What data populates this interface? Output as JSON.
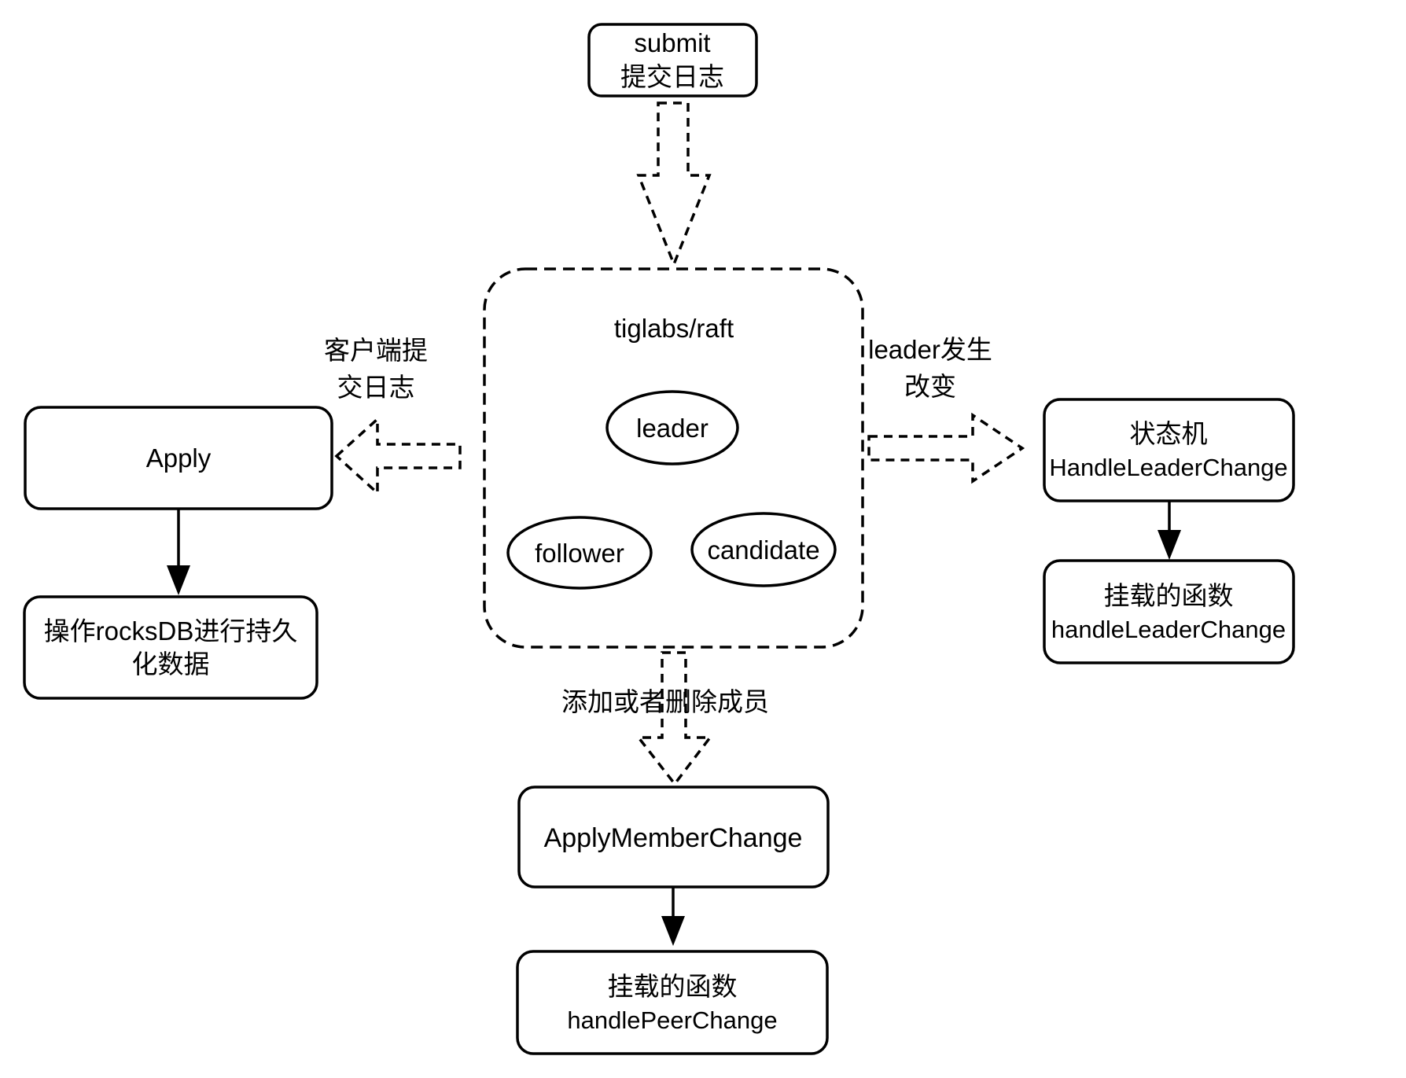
{
  "diagram": {
    "background_color": "#ffffff",
    "stroke_color": "#000000",
    "nodes": {
      "submit": {
        "line1": "submit",
        "line2": "提交日志"
      },
      "raft_container": {
        "title": "tiglabs/raft",
        "leader": "leader",
        "follower": "follower",
        "candidate": "candidate"
      },
      "apply": {
        "label": "Apply"
      },
      "rocksdb": {
        "line1": "操作rocksDB进行持久",
        "line2": "化数据"
      },
      "state_machine": {
        "line1": "状态机",
        "line2": "HandleLeaderChange"
      },
      "leader_change_handler": {
        "line1": "挂载的函数",
        "line2": "handleLeaderChange"
      },
      "apply_member_change": {
        "label": "ApplyMemberChange"
      },
      "peer_change_handler": {
        "line1": "挂载的函数",
        "line2": "handlePeerChange"
      }
    },
    "edge_labels": {
      "client_submit": {
        "line1": "客户端提",
        "line2": "交日志"
      },
      "leader_change": {
        "line1": "leader发生",
        "line2": "改变"
      },
      "member_change": {
        "line1": "添加或者删除成员"
      }
    }
  }
}
